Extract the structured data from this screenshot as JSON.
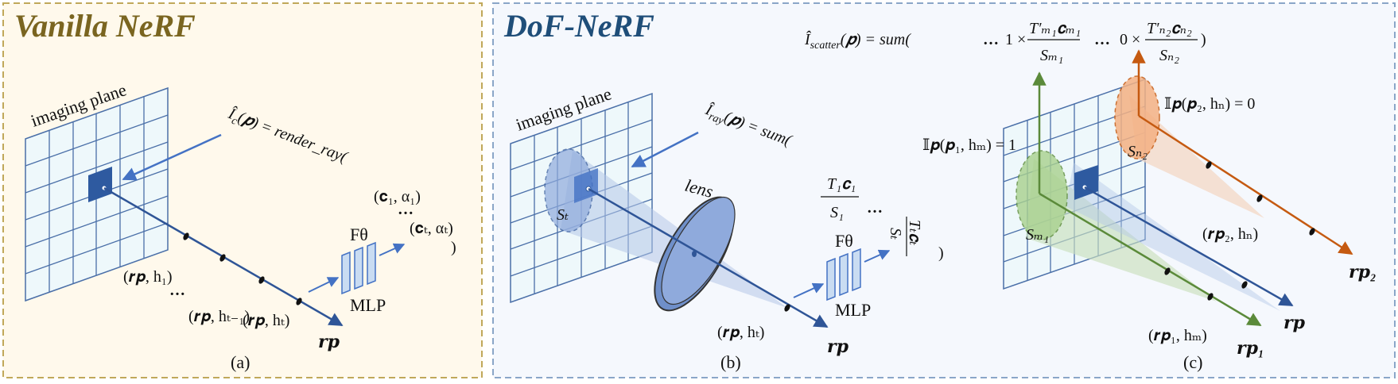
{
  "panels": {
    "a": {
      "title": "Vanilla NeRF",
      "title_color": "#7a6520",
      "border_color": "#c0a85a",
      "background": "#fff9ec",
      "caption": "(a)",
      "imaging_plane": "imaging plane",
      "eq_hat": "Î",
      "eq_sub": "c",
      "eq_arg": "(𝒑) = render_ray(",
      "c1": "(𝐜₁, α₁)",
      "ct": "(𝐜ₜ, αₜ)",
      "ellipsis": "…",
      "close_paren": ")",
      "f_theta": "Fθ",
      "mlp": "MLP",
      "r_h1": "(𝒓𝒑, h₁)",
      "r_ht1": "(𝒓𝒑, hₜ₋₁)",
      "r_ht": "(𝒓𝒑, hₜ)",
      "dots": "…",
      "rp": "𝒓𝒑"
    },
    "b": {
      "title": "DoF-NeRF",
      "title_color": "#1f4e79",
      "border_color": "#8aa6c8",
      "background": "#f5f8fd",
      "caption": "(b)",
      "imaging_plane": "imaging plane",
      "lens": "lens",
      "st": "Sₜ",
      "eq_hat": "Î",
      "eq_sub": "ray",
      "eq_arg": "(𝒑) = sum(",
      "frac1_num": "T₁𝐜₁",
      "frac1_den": "S₁",
      "frac_t_num": "Tₜ𝐜ₜ",
      "frac_t_den": "Sₜ",
      "ellipsis": "…",
      "close_paren": ")",
      "f_theta": "Fθ",
      "mlp": "MLP",
      "r_ht": "(𝒓𝒑, hₜ)",
      "rp": "𝒓𝒑"
    },
    "c": {
      "caption": "(c)",
      "eq_scatter_hat": "Î",
      "eq_scatter_sub": "scatter",
      "eq_scatter_arg": "(𝒑) = sum(",
      "eq_dots_1": "…",
      "eq_times_1": "1 ×",
      "frac_m_num": "T′ₘ₁𝐜ₘ₁",
      "frac_m_den": "Sₘ₁",
      "eq_dots_2": "…",
      "eq_times_0": "0 ×",
      "frac_n_num": "T′ₙ₂𝐜ₙ₂",
      "frac_n_den": "Sₙ₂",
      "close_paren": ")",
      "ind_1": "𝕀𝒑(𝒑₁, hₘ) = 1",
      "ind_0": "𝕀𝒑(𝒑₂, hₙ) = 0",
      "s_m1": "Sₘ₁",
      "s_n2": "Sₙ₂",
      "r_p2_hn": "(𝒓𝒑₂, hₙ)",
      "r_p1_hm": "(𝒓𝒑₁, hₘ)",
      "rp": "𝒓𝒑",
      "rp1": "𝒓𝒑₁",
      "rp2": "𝒓𝒑₂"
    }
  },
  "colors": {
    "grid": "#4a6fa8",
    "grid_fill": "#eef8fb",
    "ray_blue": "#2f5597",
    "pixel_dark": "#2e5aa0",
    "green": "#5b8a3a",
    "orange": "#c55a11",
    "green_fill": "#b9dca0",
    "orange_fill": "#f7c79f",
    "cone_blue": "#b4c7e7",
    "cone_green": "#c9dfbd",
    "cone_orange": "#f3d6c0"
  }
}
